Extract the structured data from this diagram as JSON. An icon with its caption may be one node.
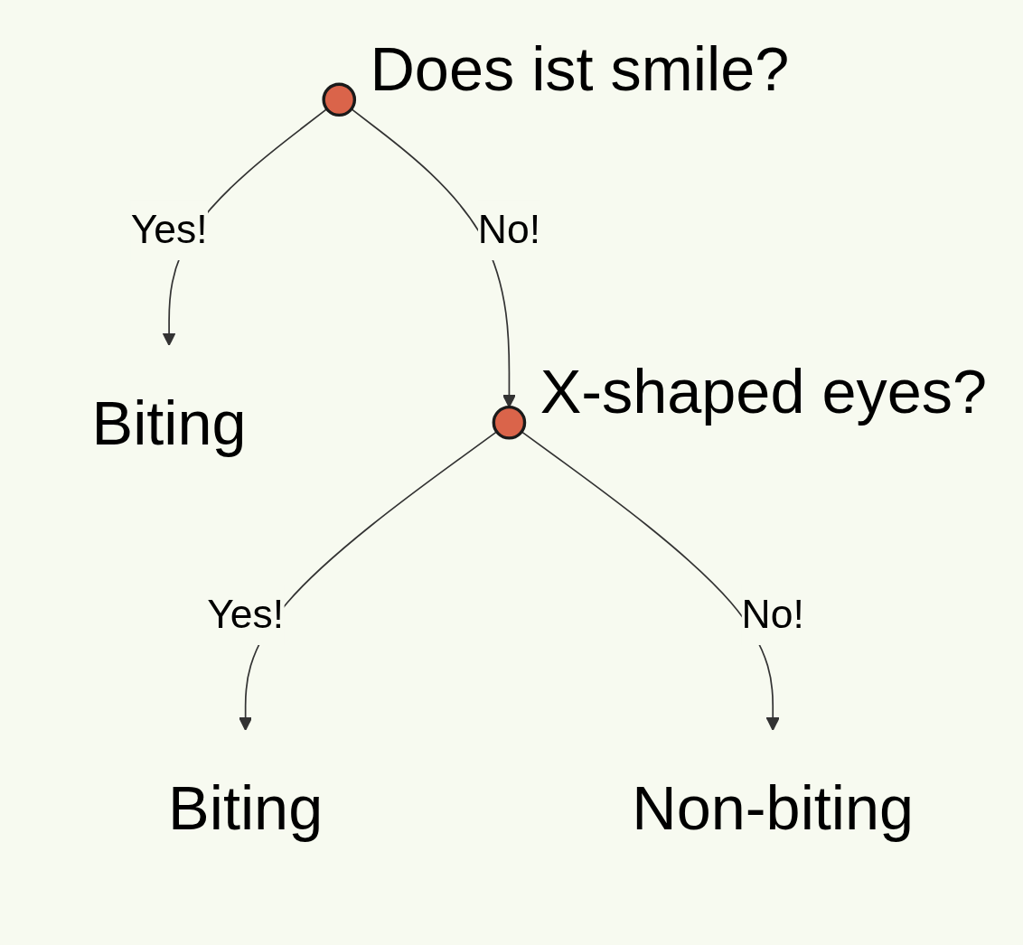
{
  "diagram": {
    "nodes": [
      {
        "text": [],
        "shape": "circle",
        "beside": [
          "Does ist smile?"
        ]
      },
      {
        "text": [
          "Biting"
        ]
      },
      {
        "text": [],
        "shape": "circle",
        "beside": [
          "X-shaped eyes?"
        ]
      },
      {
        "text": [
          "Biting"
        ]
      },
      {
        "text": [
          "Non-biting"
        ]
      }
    ],
    "edges": [
      {
        "from": 0,
        "to": 1,
        "arrow": "to",
        "label": "Yes!"
      },
      {
        "from": 0,
        "to": 2,
        "arrow": "to",
        "label": "No!"
      },
      {
        "from": 2,
        "to": 3,
        "arrow": "to",
        "label": "Yes!"
      },
      {
        "from": 2,
        "to": 4,
        "arrow": "to",
        "label": "No!"
      }
    ]
  }
}
